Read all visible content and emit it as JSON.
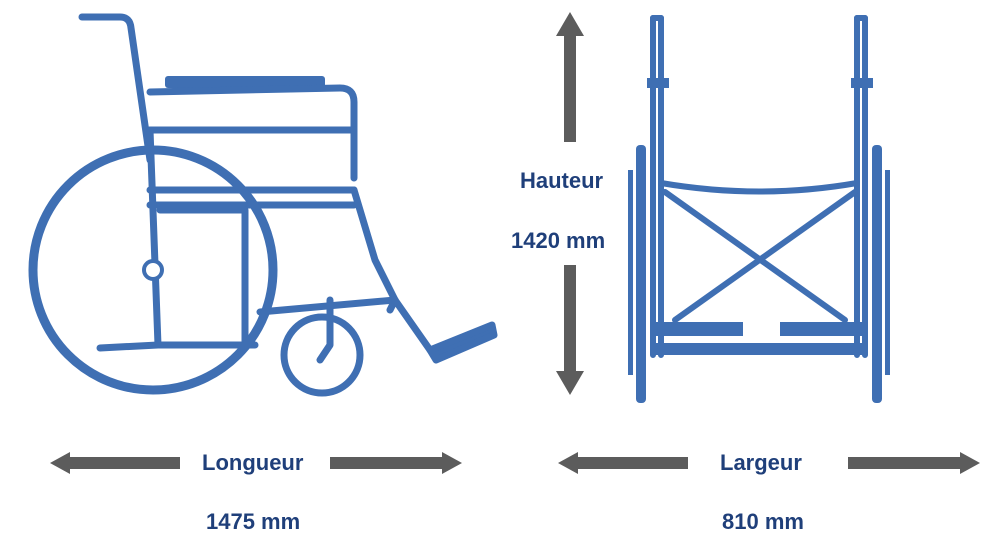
{
  "colors": {
    "frame": "#3f6fb3",
    "arrow": "#5c5c5c",
    "text": "#1f3f7a",
    "seat_fill": "#ffffff"
  },
  "dimensions": {
    "height": {
      "label": "Hauteur",
      "value": "1420 mm"
    },
    "length": {
      "label": "Longueur",
      "value": "1475 mm"
    },
    "width": {
      "label": "Largeur",
      "value": "810 mm"
    }
  },
  "views": {
    "side": {
      "icon": "wheelchair-side-view-icon"
    },
    "front": {
      "icon": "wheelchair-front-view-icon"
    }
  }
}
